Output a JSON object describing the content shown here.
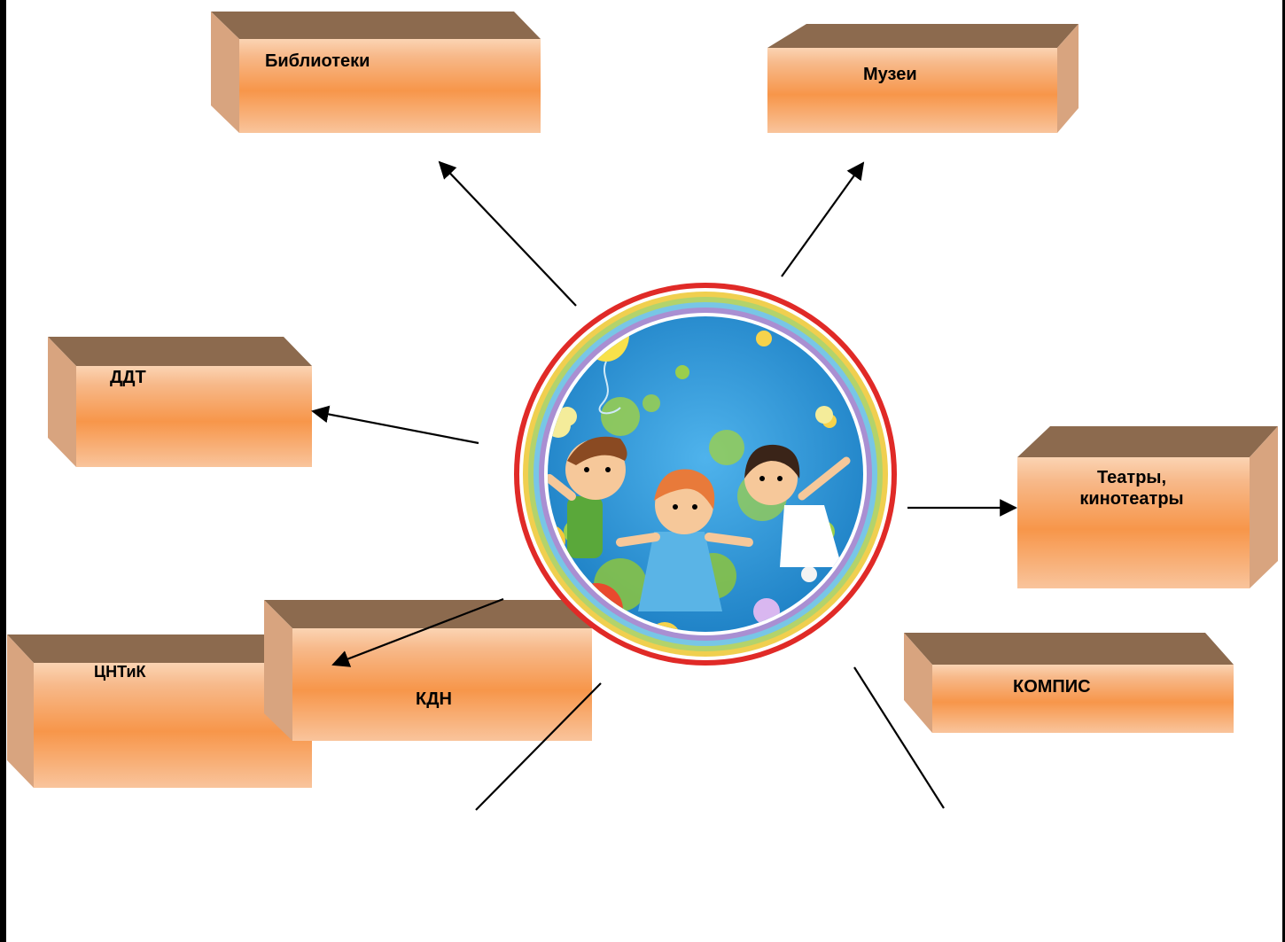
{
  "boxes": {
    "libraries": "Библиотеки",
    "museums": "Музеи",
    "ddt": "ДДТ",
    "theatres_line1": "Театры,",
    "theatres_line2": "кинотеатры",
    "cntik": "ЦНТиК",
    "kdn": "КДН",
    "kompis": "КОМПИС"
  },
  "colors": {
    "box_front_top": "#f9c39a",
    "box_front_mid": "#f7964a",
    "box_top_face": "#8c6a4e",
    "box_side_face": "#d8a47f",
    "arrow": "#000000",
    "ring_outer": "#e02a27",
    "emblem_sky": "#2f96d6"
  },
  "center_image": {
    "icon": "children-holding-hands-emblem"
  }
}
